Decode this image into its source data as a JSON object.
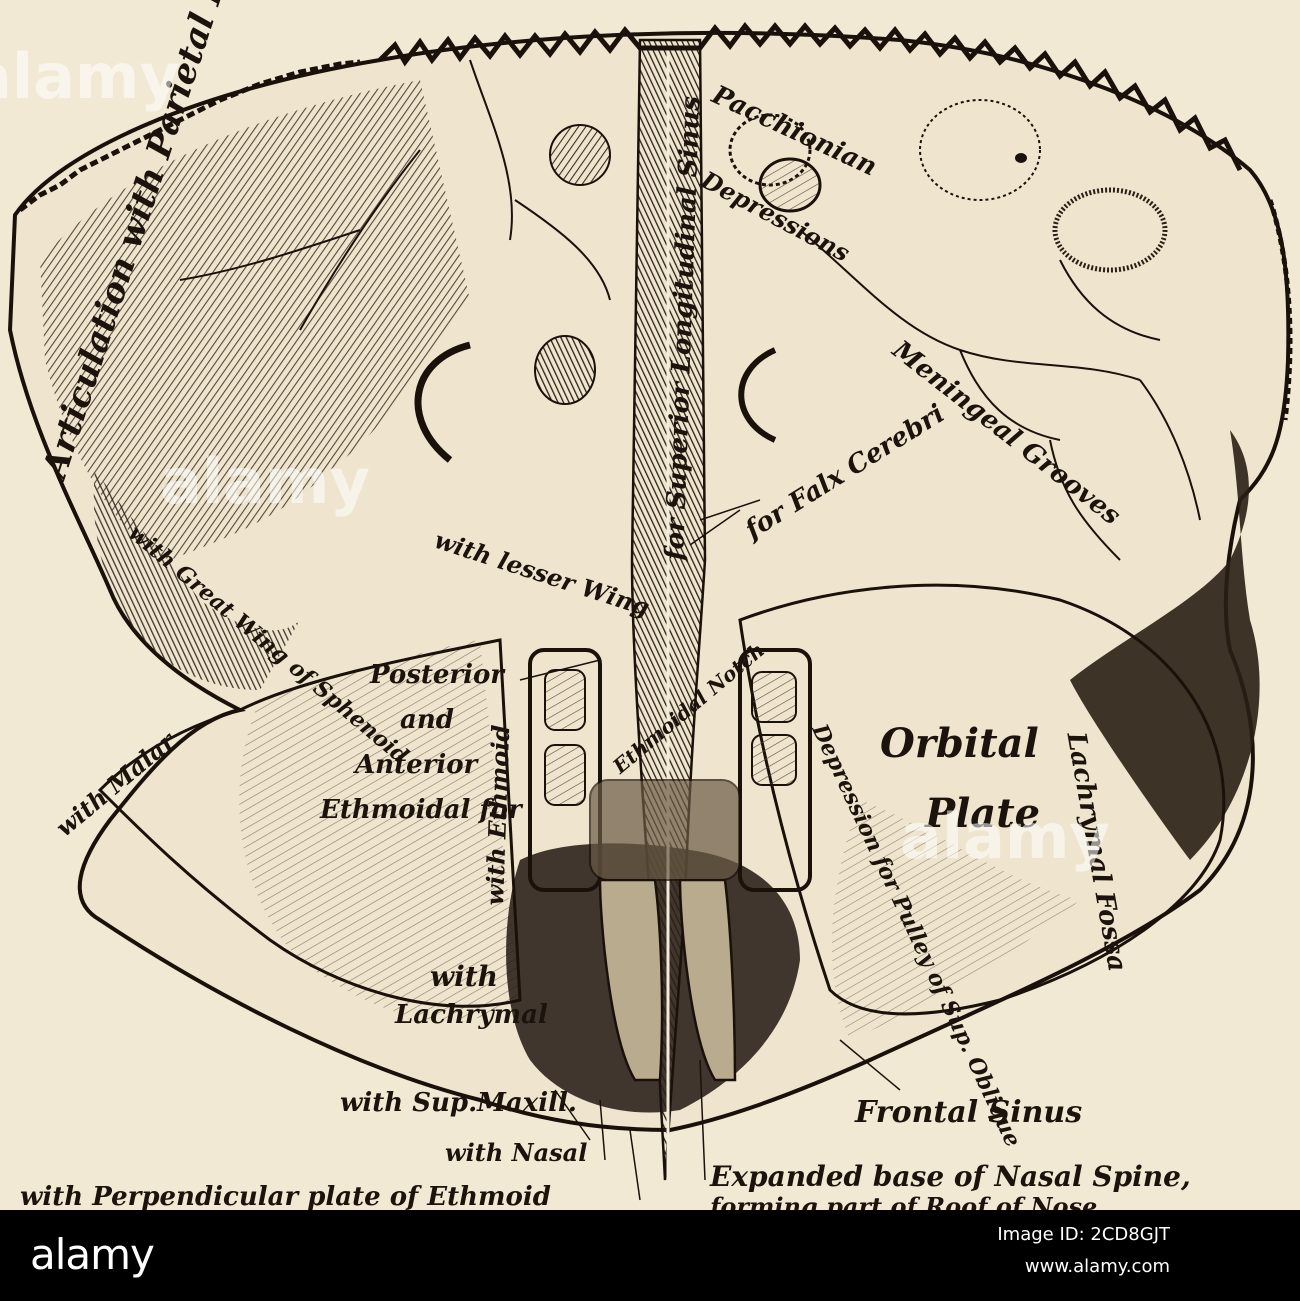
{
  "watermark": {
    "logo": "alamy",
    "repeats": [
      "alamy",
      "alamy",
      "alamy"
    ]
  },
  "footer": {
    "logo": "alamy",
    "image_id_label": "Image ID: 2CD8GJT",
    "url": "www.alamy.com"
  },
  "illustration": {
    "labels": {
      "articulation": "Articulation with Parietal Bone",
      "pacchionian": "Pacchionian",
      "depressions": "Depressions",
      "sup_long_sinus": "for Superior Longitudinal Sinus",
      "falx": "for Falx Cerebri",
      "meningeal": "Meningeal Grooves",
      "lesser_wing": "with lesser Wing",
      "great_wing": "with Great Wing of Sphenoid",
      "malar": "with Malar",
      "posterior": "Posterior",
      "and": "and",
      "anterior": "Anterior",
      "ethmoidal_for": "Ethmoidal for",
      "with_ethmoid": "with Ethmoid",
      "ethmoidal_notch": "Ethmoidal Notch",
      "orbital": "Orbital",
      "plate": "Plate",
      "lachrymal_fossa": "Lachrymal Fossa",
      "depression_pulley": "Depression for Pulley of Sup. Oblique",
      "with": "with",
      "lachrymal": "Lachrymal",
      "sup_maxill": "with Sup.Maxill.",
      "nasal": "with Nasal",
      "frontal_sinus": "Frontal Sinus",
      "expanded": "Expanded base of Nasal Spine,",
      "perpendicular": "with Perpendicular plate of Ethmoid",
      "forming": "forming part of Roof of Nose"
    }
  }
}
